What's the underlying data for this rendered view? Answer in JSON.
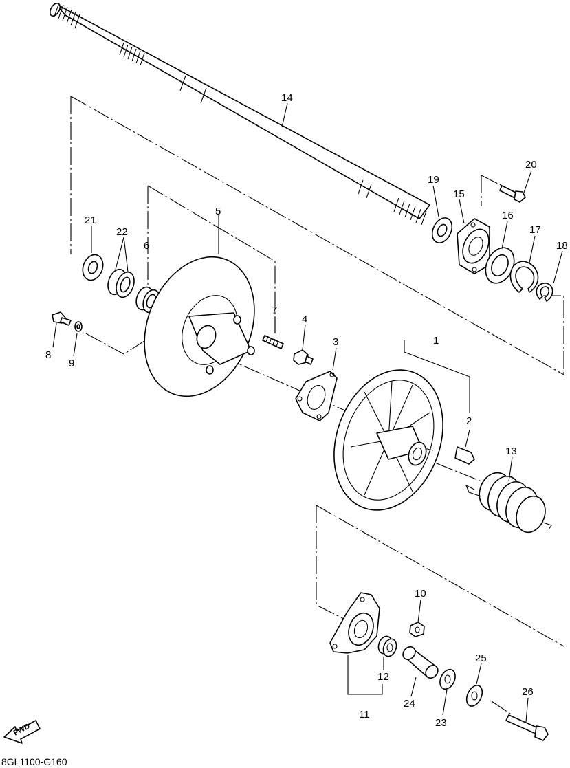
{
  "diagram": {
    "code": "8GL1100-G160",
    "fwd_label": "FWD",
    "callouts": [
      "1",
      "2",
      "3",
      "4",
      "5",
      "6",
      "7",
      "8",
      "9",
      "10",
      "11",
      "12",
      "13",
      "14",
      "15",
      "16",
      "17",
      "18",
      "19",
      "20",
      "21",
      "22",
      "23",
      "24",
      "25",
      "26"
    ]
  }
}
